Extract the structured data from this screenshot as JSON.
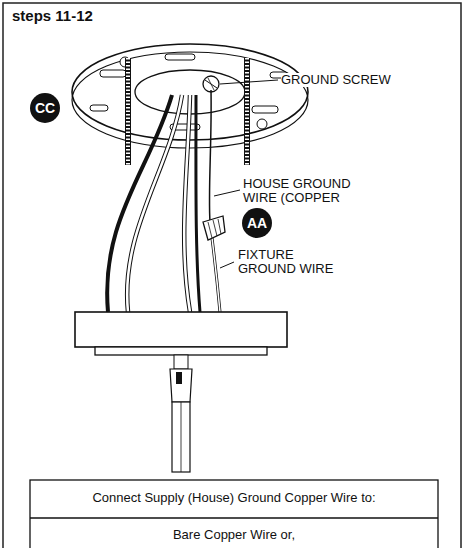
{
  "diagram": {
    "title": "steps 11-12",
    "nodes": [
      {
        "text": [
          "CC"
        ]
      },
      {
        "text": [
          "AA"
        ]
      }
    ],
    "labels": [
      "GROUND SCREW",
      "HOUSE GROUND WIRE (COPPER",
      "FIXTURE GROUND WIRE",
      "Connect Supply (House) Ground Copper Wire to:",
      "Bare Copper Wire or,"
    ]
  }
}
